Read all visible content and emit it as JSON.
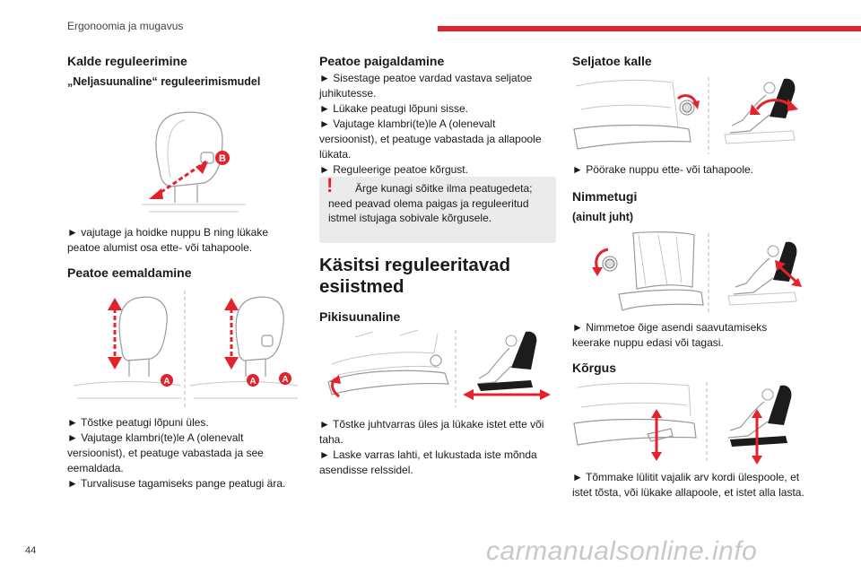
{
  "header": {
    "title": "Ergonoomia ja mugavus"
  },
  "page_number": "44",
  "watermark": "carmanualsonline.info",
  "col1": {
    "heading": "Kalde reguleerimine",
    "subheading": "„Neljasuunaline“ reguleerimismudel",
    "tilt_text": "► vajutage ja hoidke nuppu B ning lükake peatoe alumist osa ette- või tahapoole.",
    "removal_heading": "Peatoe eemaldamine",
    "removal_lines": [
      "► Tõstke peatugi lõpuni üles.",
      "► Vajutage klambri(te)le A (olenevalt versioonist), et peatuge vabastada ja see eemaldada.",
      "► Turvalisuse tagamiseks pange peatugi ära."
    ],
    "callout_b": "B",
    "callout_a": "A"
  },
  "col2": {
    "heading": "Peatoe paigaldamine",
    "install_lines": [
      "► Sisestage peatoe vardad vastava seljatoe juhikutesse.",
      "► Lükake peatugi lõpuni sisse.",
      "► Vajutage klambri(te)le A (olenevalt versioonist), et peatuge vabastada ja allapoole lükata.",
      "► Reguleerige peatoe kõrgust."
    ],
    "warning": "Ärge kunagi sõitke ilma peatugedeta; need peavad olema paigas ja reguleeritud istmel istujaga sobivale kõrgusele.",
    "big_heading": "Käsitsi reguleeritavad esiistmed",
    "long_heading": "Pikisuunaline",
    "long_lines": [
      "► Tõstke juhtvarras üles ja lükake istet ette või taha.",
      "► Laske varras lahti, et lukustada iste mõnda asendisse relssidel."
    ]
  },
  "col3": {
    "back_heading": "Seljatoe kalle",
    "back_text": "► Pöörake nuppu ette- või tahapoole.",
    "lumbar_heading": "Nimmetugi",
    "lumbar_sub": "(ainult juht)",
    "lumbar_text": "► Nimmetoe õige asendi saavutamiseks keerake nuppu edasi või tagasi.",
    "height_heading": "Kõrgus",
    "height_text": "► Tõmmake lülitit vajalik arv kordi ülespoole, et istet tõsta, või lükake allapoole, et istet alla lasta."
  },
  "colors": {
    "accent_red": "#e3232b",
    "warning_bg": "#ebebeb",
    "illustration_gray": "#9a9a9a"
  }
}
